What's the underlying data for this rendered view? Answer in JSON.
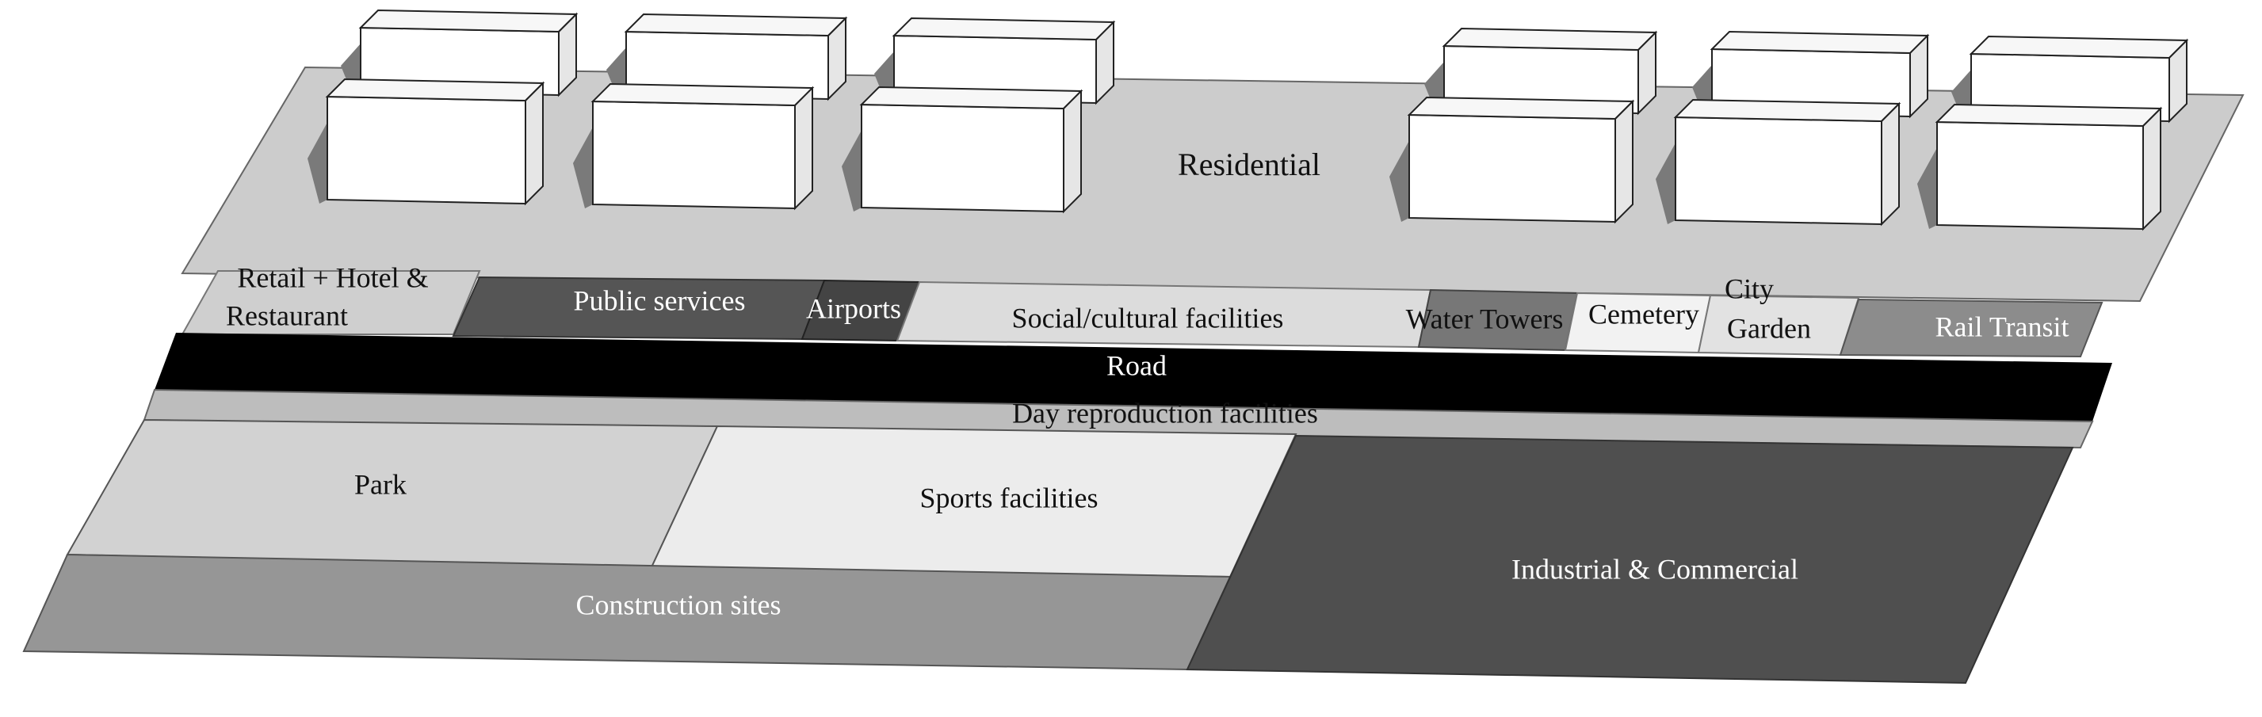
{
  "diagram": {
    "zones": {
      "residential": "Residential",
      "retail_line1": "Retail + Hotel &",
      "retail_line2": "Restaurant",
      "public_services": "Public services",
      "airports": "Airports",
      "social_cultural": "Social/cultural facilities",
      "water_towers": "Water Towers",
      "cemetery": "Cemetery",
      "city_garden_line1": "City",
      "city_garden_line2": "Garden",
      "rail_transit": "Rail Transit",
      "road": "Road",
      "day_reproduction": "Day reproduction facilities",
      "park": "Park",
      "sports_facilities": "Sports facilities",
      "construction_sites": "Construction sites",
      "industrial_commercial": "Industrial & Commercial"
    },
    "colors": {
      "residential_ground": "#cccccc",
      "public_services": "#555555",
      "airports": "#444444",
      "water_towers": "#777777",
      "rail_transit": "#8c8c8c",
      "road": "#000000",
      "park": "#d2d2d2",
      "sports": "#ececec",
      "construction": "#969696",
      "industrial": "#4f4f4f"
    }
  }
}
